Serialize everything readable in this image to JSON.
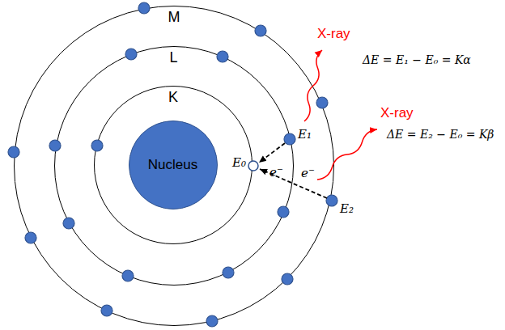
{
  "diagram": {
    "nodes": [
      {
        "text": [
          "M"
        ]
      },
      {
        "text": [
          "L"
        ],
        "in": 0
      },
      {
        "text": [
          "K"
        ],
        "in": 1
      },
      {
        "text": [
          "Nucleus"
        ],
        "in": 2
      }
    ],
    "labels": [
      "X-ray",
      "ΔE = E₁ − E₀ = Kα",
      "X-ray",
      "ΔE = E₂ − E₀ = Kβ",
      "E₁",
      "E₀",
      "E₂",
      "e⁻",
      "e⁻"
    ]
  }
}
